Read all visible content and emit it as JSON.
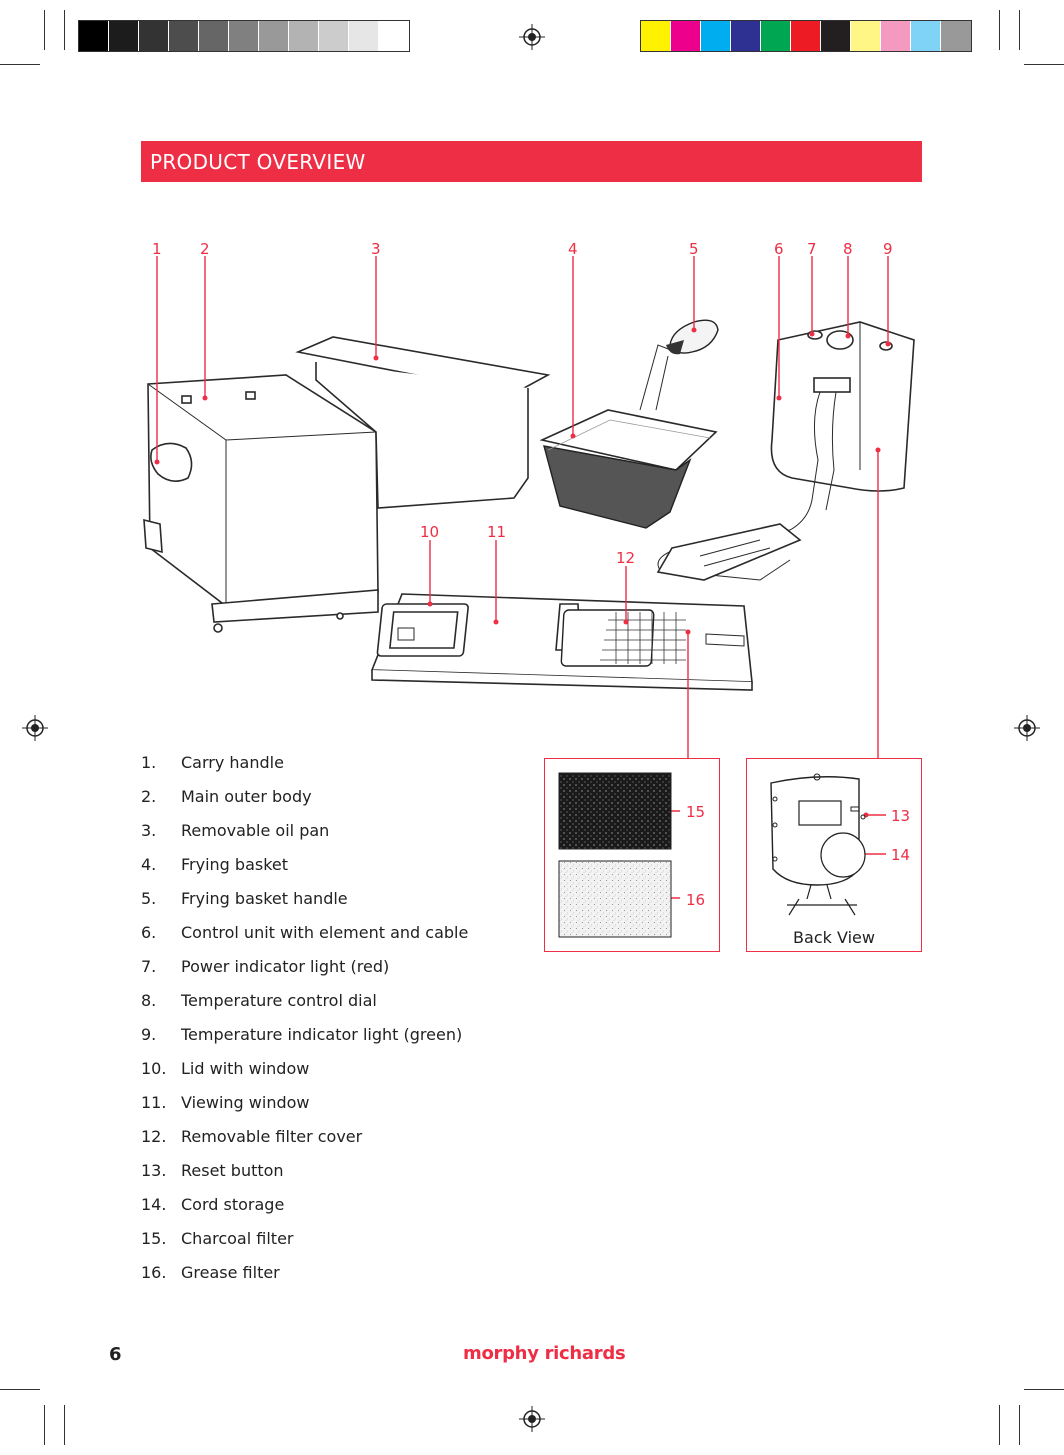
{
  "header": {
    "title": "PRODUCT OVERVIEW"
  },
  "callouts": {
    "c1": "1",
    "c2": "2",
    "c3": "3",
    "c4": "4",
    "c5": "5",
    "c6": "6",
    "c7": "7",
    "c8": "8",
    "c9": "9",
    "c10": "10",
    "c11": "11",
    "c12": "12",
    "c13": "13",
    "c14": "14",
    "c15": "15",
    "c16": "16"
  },
  "back_view": {
    "caption": "Back View"
  },
  "parts": [
    {
      "num": "1.",
      "label": "Carry handle"
    },
    {
      "num": "2.",
      "label": "Main outer body"
    },
    {
      "num": "3.",
      "label": "Removable oil pan"
    },
    {
      "num": "4.",
      "label": "Frying basket"
    },
    {
      "num": "5.",
      "label": "Frying basket handle"
    },
    {
      "num": "6.",
      "label": "Control unit with element and cable"
    },
    {
      "num": "7.",
      "label": "Power indicator light (red)"
    },
    {
      "num": "8.",
      "label": "Temperature control dial"
    },
    {
      "num": "9.",
      "label": "Temperature indicator light (green)"
    },
    {
      "num": "10.",
      "label": "Lid with window"
    },
    {
      "num": "11.",
      "label": "Viewing window"
    },
    {
      "num": "12.",
      "label": "Removable filter cover"
    },
    {
      "num": "13.",
      "label": "Reset button"
    },
    {
      "num": "14.",
      "label": "Cord storage"
    },
    {
      "num": "15.",
      "label": "Charcoal filter"
    },
    {
      "num": "16.",
      "label": "Grease filter"
    }
  ],
  "footer": {
    "page_number": "6",
    "brand": "morphy richards"
  },
  "colors": {
    "accent": "#ee2e45",
    "ink": "#2a2a2a"
  },
  "swatches": {
    "grey": [
      "#000000",
      "#1c1c1c",
      "#333333",
      "#4d4d4d",
      "#666666",
      "#808080",
      "#999999",
      "#b3b3b3",
      "#cccccc",
      "#e6e6e6",
      "#ffffff"
    ],
    "color": [
      "#fff200",
      "#ec008c",
      "#00aeef",
      "#2e3192",
      "#00a651",
      "#ed1c24",
      "#231f20",
      "#fff685",
      "#f49ac1",
      "#7fd3f7",
      "#999999"
    ]
  }
}
